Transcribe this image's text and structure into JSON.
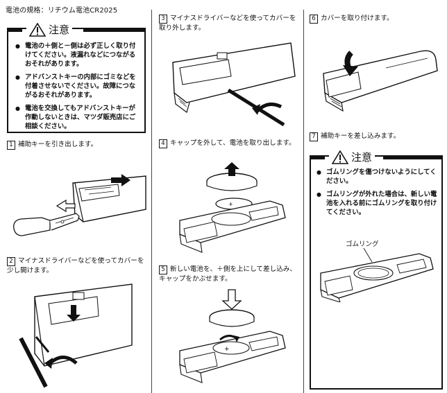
{
  "spec": "電池の規格：リチウム電池CR2025",
  "caution1": {
    "title": "注意",
    "items": [
      "電池の＋側と－側は必ず正しく取り付けてください。液漏れなどにつながるおそれがあります。",
      "アドバンストキーの内部にゴミなどを付着させないでください。故障につながるおそれがあります。",
      "電池を交換してもアドバンストキーが作動しないときは、マツダ販売店にご相談ください。"
    ]
  },
  "steps": [
    {
      "num": "1",
      "text": "補助キーを引き出します。"
    },
    {
      "num": "2",
      "text": "マイナスドライバーなどを使ってカバーを少し開けます。"
    },
    {
      "num": "3",
      "text": "マイナスドライバーなどを使ってカバーを取り外します。"
    },
    {
      "num": "4",
      "text": "キャップを外して、電池を取り出します。"
    },
    {
      "num": "5",
      "text": "新しい電池を、＋側を上にして差し込み、キャップをかぶせます。"
    },
    {
      "num": "6",
      "text": "カバーを取り付けます。"
    },
    {
      "num": "7",
      "text": "補助キーを差し込みます。"
    }
  ],
  "caution2": {
    "title": "注意",
    "items": [
      "ゴムリングを傷つけないようにしてください。",
      "ゴムリングが外れた場合は、新しい電池を入れる前にゴムリングを取り付けてください。"
    ]
  },
  "callout_rubber": "ゴムリング",
  "icons": [
    "warning-triangle-icon"
  ]
}
